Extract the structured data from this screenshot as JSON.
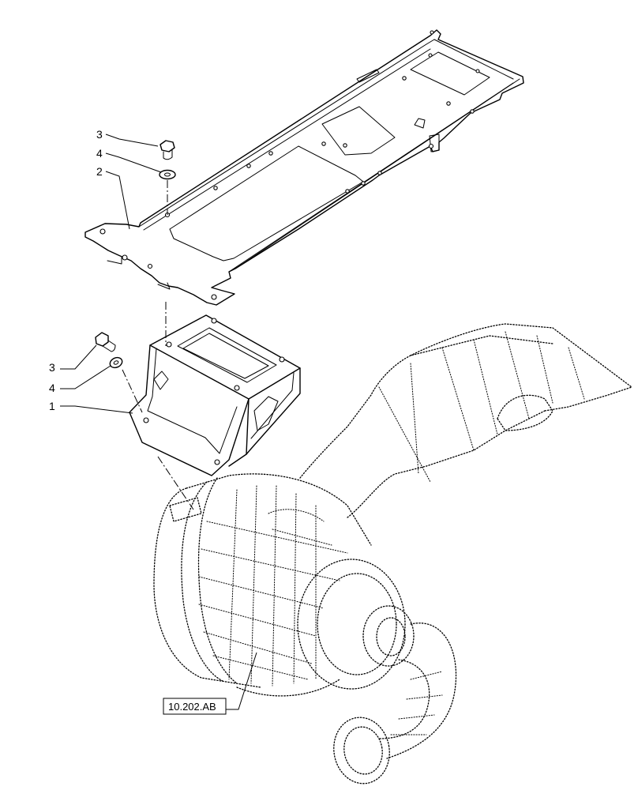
{
  "callouts": {
    "top_bolt": "3",
    "top_washer": "4",
    "frame": "2",
    "lower_bolt": "3",
    "lower_washer": "4",
    "bracket": "1"
  },
  "reference": {
    "label": "10.202.AB"
  },
  "parts": {
    "frame_item": "2",
    "bracket_item": "1",
    "bolt_item": "3",
    "washer_item": "4"
  },
  "style": {
    "line_color": "#000000",
    "background": "#ffffff"
  }
}
